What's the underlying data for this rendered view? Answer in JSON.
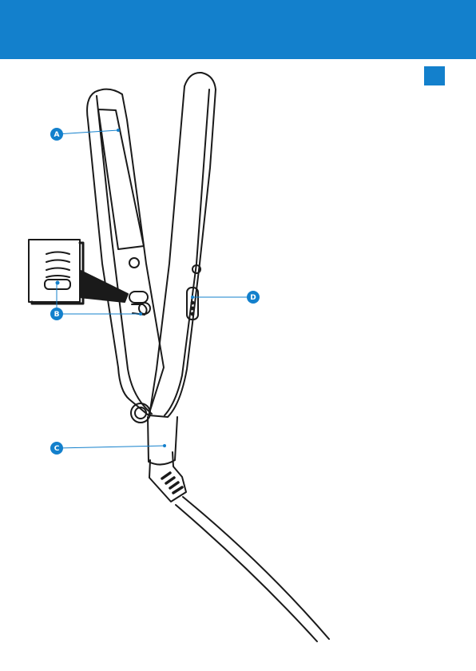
{
  "colors": {
    "brand": "#1380cc",
    "line": "#1a1a1a",
    "background": "#ffffff"
  },
  "callouts": {
    "a": {
      "letter": "A"
    },
    "b": {
      "letter": "B"
    },
    "c": {
      "letter": "C"
    },
    "d": {
      "letter": "D"
    }
  }
}
